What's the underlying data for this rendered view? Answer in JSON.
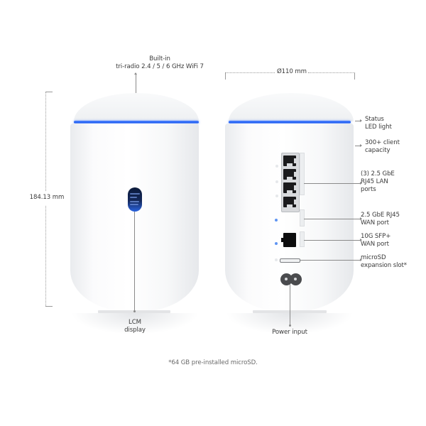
{
  "dimensions": {
    "height_label": "184.13 mm",
    "diameter_label": "Ø110 mm"
  },
  "front_view": {
    "top_callout": [
      "Built-in",
      "tri-radio 2.4 / 5 / 6 GHz WiFi 7"
    ],
    "bottom_callout": [
      "LCM",
      "display"
    ]
  },
  "rear_view": {
    "callouts": [
      {
        "lines": [
          "Status",
          "LED light"
        ]
      },
      {
        "lines": [
          "300+ client",
          "capacity"
        ]
      },
      {
        "lines": [
          "(3) 2.5 GbE",
          "RJ45 LAN",
          "ports"
        ]
      },
      {
        "lines": [
          "2.5 GbE RJ45",
          "WAN port"
        ]
      },
      {
        "lines": [
          "10G SFP+",
          "WAN port"
        ]
      },
      {
        "lines": [
          "microSD",
          "expansion slot*"
        ]
      }
    ],
    "bottom_callout": "Power input"
  },
  "footnote": "*64 GB pre-installed microSD.",
  "colors": {
    "led_blue": "#1d5cf0",
    "device_white": "#fbfbfc",
    "line_gray": "#8a8a8a"
  }
}
